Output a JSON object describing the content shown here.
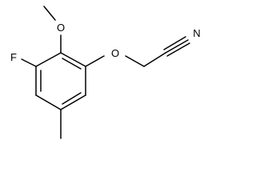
{
  "molecule": {
    "atoms": {
      "fluorine": "F",
      "ether_oxygen_methoxy": "O",
      "ether_oxygen_linker": "O",
      "nitrile_nitrogen": "N"
    }
  },
  "colors": {
    "bond": "#000000",
    "label": "#000000",
    "background": "#ffffff"
  }
}
